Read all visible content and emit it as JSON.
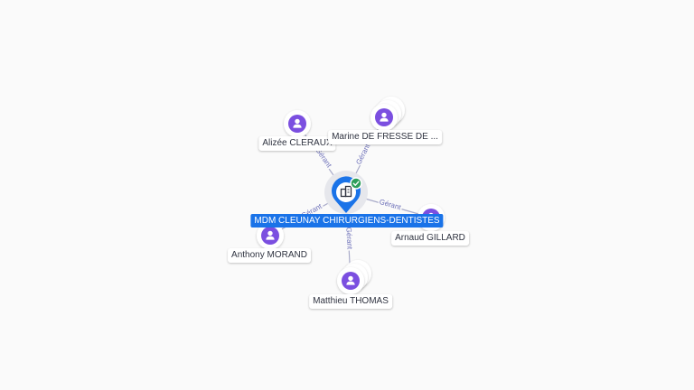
{
  "colors": {
    "edge": "#a9abc9",
    "edge_label": "#6c6fb8",
    "person": "#7b4fe0",
    "company": "#1a73e8",
    "check": "#2e9e5b"
  },
  "company": {
    "name": "MDM CLEUNAY CHIRURGIENS-DENTISTES",
    "icon": "building-icon",
    "badge_icon": "check-icon"
  },
  "people": [
    {
      "id": "alizee",
      "name": "Alizée CLERAUX",
      "role": "Gérant"
    },
    {
      "id": "marine",
      "name": "Marine DE FRESSE DE ...",
      "role": "Gérant"
    },
    {
      "id": "arnaud",
      "name": "Arnaud GILLARD",
      "role": "Gérant"
    },
    {
      "id": "anthony",
      "name": "Anthony MORAND",
      "role": "Gérant"
    },
    {
      "id": "matthieu",
      "name": "Matthieu THOMAS",
      "role": "Gérant"
    }
  ]
}
